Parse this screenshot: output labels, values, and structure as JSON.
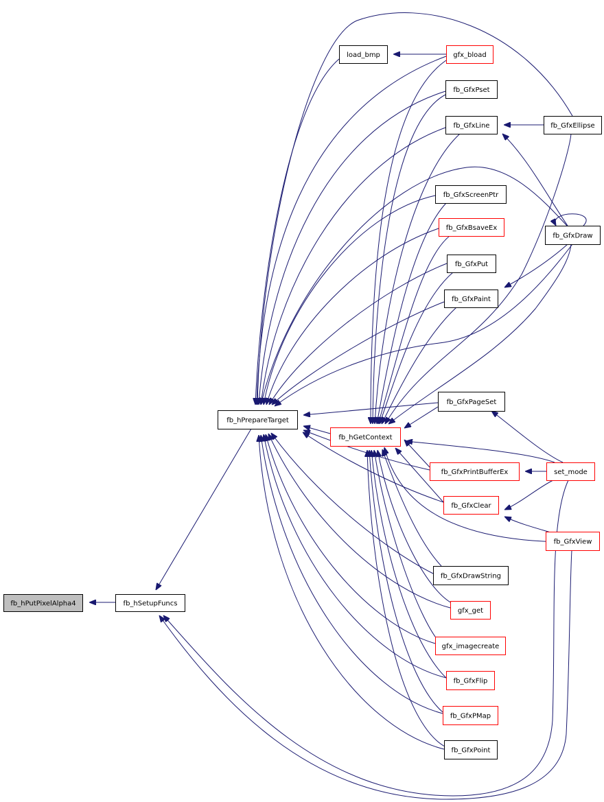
{
  "graph": {
    "nodes": [
      {
        "id": "putpixel",
        "label": "fb_hPutPixelAlpha4",
        "style": "focus"
      },
      {
        "id": "setupfuncs",
        "label": "fb_hSetupFuncs",
        "style": "plain"
      },
      {
        "id": "preparetarget",
        "label": "fb_hPrepareTarget",
        "style": "plain"
      },
      {
        "id": "getcontext",
        "label": "fb_hGetContext",
        "style": "truncated"
      },
      {
        "id": "loadbmp",
        "label": "load_bmp",
        "style": "plain"
      },
      {
        "id": "gfxbload",
        "label": "gfx_bload",
        "style": "truncated"
      },
      {
        "id": "pset",
        "label": "fb_GfxPset",
        "style": "plain"
      },
      {
        "id": "line",
        "label": "fb_GfxLine",
        "style": "plain"
      },
      {
        "id": "ellipse",
        "label": "fb_GfxEllipse",
        "style": "plain"
      },
      {
        "id": "screenptr",
        "label": "fb_GfxScreenPtr",
        "style": "plain"
      },
      {
        "id": "bsaveex",
        "label": "fb_GfxBsaveEx",
        "style": "truncated"
      },
      {
        "id": "draw",
        "label": "fb_GfxDraw",
        "style": "plain"
      },
      {
        "id": "put",
        "label": "fb_GfxPut",
        "style": "plain"
      },
      {
        "id": "paint",
        "label": "fb_GfxPaint",
        "style": "plain"
      },
      {
        "id": "pageset",
        "label": "fb_GfxPageSet",
        "style": "plain"
      },
      {
        "id": "printbufferex",
        "label": "fb_GfxPrintBufferEx",
        "style": "truncated"
      },
      {
        "id": "setmode",
        "label": "set_mode",
        "style": "truncated"
      },
      {
        "id": "clear",
        "label": "fb_GfxClear",
        "style": "truncated"
      },
      {
        "id": "view",
        "label": "fb_GfxView",
        "style": "truncated"
      },
      {
        "id": "drawstring",
        "label": "fb_GfxDrawString",
        "style": "plain"
      },
      {
        "id": "gfxget",
        "label": "gfx_get",
        "style": "truncated"
      },
      {
        "id": "imagecreate",
        "label": "gfx_imagecreate",
        "style": "truncated"
      },
      {
        "id": "flip",
        "label": "fb_GfxFlip",
        "style": "truncated"
      },
      {
        "id": "pmap",
        "label": "fb_GfxPMap",
        "style": "truncated"
      },
      {
        "id": "point",
        "label": "fb_GfxPoint",
        "style": "plain"
      }
    ],
    "colors": {
      "edge": "#191970",
      "border_plain": "#000000",
      "border_truncated": "#ff0000",
      "focus_fill": "#bfbfbf",
      "node_fill": "#ffffff",
      "text": "#000000"
    }
  }
}
